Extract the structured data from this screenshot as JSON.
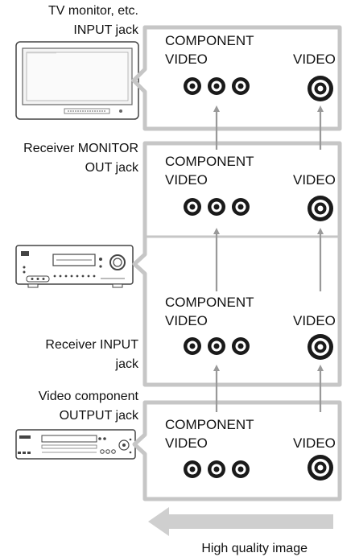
{
  "devices": {
    "tv": {
      "line1": "TV monitor, etc.",
      "line2": "INPUT jack"
    },
    "receiver_out": {
      "line1": "Receiver MONITOR",
      "line2": "OUT jack"
    },
    "receiver_in": {
      "line1": "Receiver INPUT",
      "line2": "jack"
    },
    "video_component": {
      "line1": "Video component",
      "line2": "OUTPUT jack"
    }
  },
  "panels": [
    {
      "component_line1": "COMPONENT",
      "component_line2": "VIDEO",
      "video_label": "VIDEO"
    },
    {
      "component_line1": "COMPONENT",
      "component_line2": "VIDEO",
      "video_label": "VIDEO"
    },
    {
      "component_line1": "COMPONENT",
      "component_line2": "VIDEO",
      "video_label": "VIDEO"
    },
    {
      "component_line1": "COMPONENT",
      "component_line2": "VIDEO",
      "video_label": "VIDEO"
    }
  ],
  "quality_arrow": {
    "label": "High quality image"
  }
}
